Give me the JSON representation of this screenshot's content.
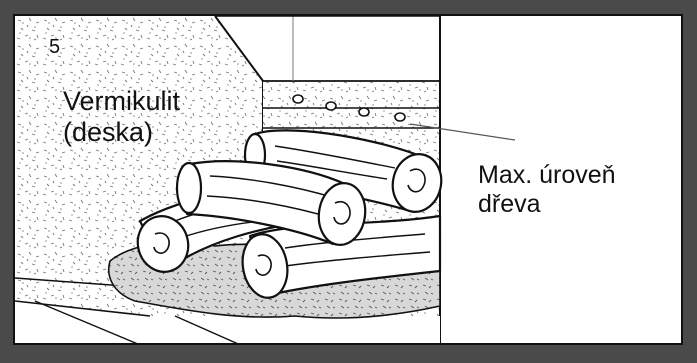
{
  "figure": {
    "step_number": "5",
    "vermiculite_label_line1": "Vermikulit",
    "vermiculite_label_line2": "(deska)",
    "max_level_line1": "Max. úroveň",
    "max_level_line2": "dřeva"
  },
  "colors": {
    "frame": "#4a4a4a",
    "panel_bg": "#ffffff",
    "ink": "#111111",
    "ash": "#d8d8d8"
  },
  "icons": [
    "firewood-logs",
    "vermiculite-board-texture",
    "air-holes",
    "ash-bed"
  ]
}
